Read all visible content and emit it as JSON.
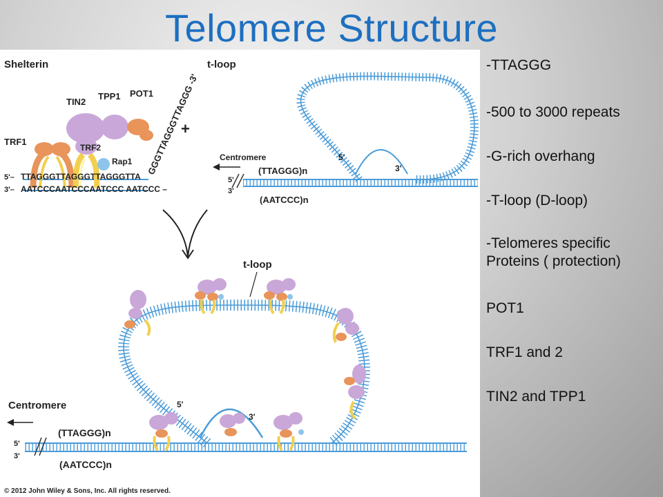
{
  "title": "Telomere Structure",
  "bullets": [
    "-TTAGGG",
    "-500 to 3000 repeats",
    "-G-rich overhang",
    "-T-loop  (D-loop)",
    "-Telomeres specific",
    "Proteins ( protection)",
    "POT1",
    "TRF1 and 2",
    "TIN2 and TPP1"
  ],
  "diagram": {
    "shelterin_label": "Shelterin",
    "tloop_label": "t-loop",
    "tloop_label2": "t-loop",
    "proteins": {
      "tin2": "TIN2",
      "tpp1": "TPP1",
      "pot1": "POT1",
      "trf1": "TRF1",
      "trf2": "TRF2",
      "rap1": "Rap1"
    },
    "plus": "+",
    "strand_5": "5'–",
    "strand_3": "3'–",
    "top_seq": "TTAGGGTTAGGGTTAGGGTTA",
    "bottom_seq": "AATCCCAATCCCAATCCC AATCCC –",
    "overhang_seq": "GGGTTAGGGTTAGGG -3'",
    "centromere": "Centromere",
    "centromere2": "Centromere",
    "repeat_top": "(TTAGGG)n",
    "repeat_bottom": "(AATCCC)n",
    "repeat_top2": "(TTAGGG)n",
    "repeat_bottom2": "(AATCCC)n",
    "five_prime": "5'",
    "three_prime": "3'",
    "five_prime_b": "5'",
    "three_prime_b": "3'",
    "loop_5": "5'",
    "loop_3": "3'",
    "loop2_5": "5'",
    "loop2_3": "3'",
    "copyright": "© 2012 John Wiley & Sons, Inc. All rights reserved.",
    "colors": {
      "dna": "#4a9bd8",
      "purple": "#c9a7d8",
      "orange": "#e8945a",
      "yellow": "#f2cf4e",
      "blue_ball": "#8ec4ea",
      "title_blue": "#1d6fc0"
    }
  }
}
